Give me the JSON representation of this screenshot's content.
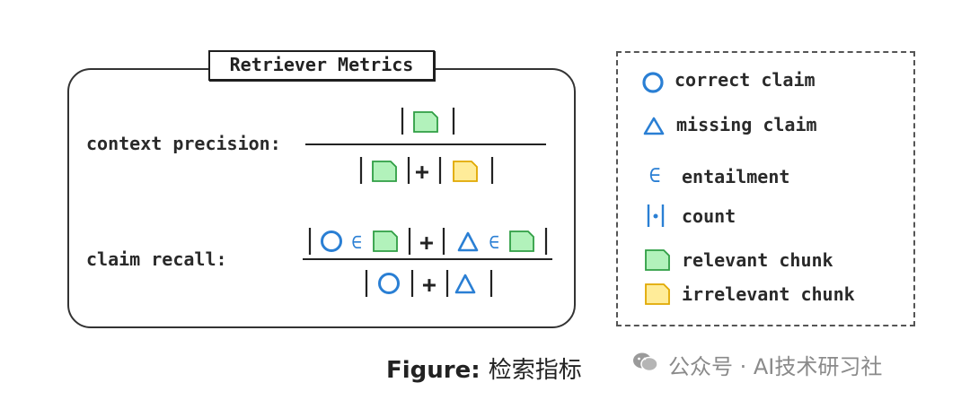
{
  "panel": {
    "title": "Retriever Metrics",
    "context_precision_label": "context precision:",
    "claim_recall_label": "claim recall:"
  },
  "legend": {
    "items": [
      {
        "icon": "circle-icon",
        "label": "correct claim"
      },
      {
        "icon": "triangle-icon",
        "label": "missing claim"
      },
      {
        "icon": "element-of-icon",
        "label": "entailment"
      },
      {
        "icon": "count-bars-icon",
        "label": "count"
      },
      {
        "icon": "green-chunk-icon",
        "label": "relevant chunk"
      },
      {
        "icon": "yellow-chunk-icon",
        "label": "irrelevant chunk"
      }
    ]
  },
  "caption": {
    "prefix": "Figure:",
    "text": "检索指标"
  },
  "watermark": {
    "text": "公众号 · AI技术研习社"
  },
  "colors": {
    "blue": "#2a7fd4",
    "green_fill": "#b2f2bb",
    "green_stroke": "#2f9e44",
    "yellow_fill": "#ffec99",
    "yellow_stroke": "#e0a800"
  }
}
